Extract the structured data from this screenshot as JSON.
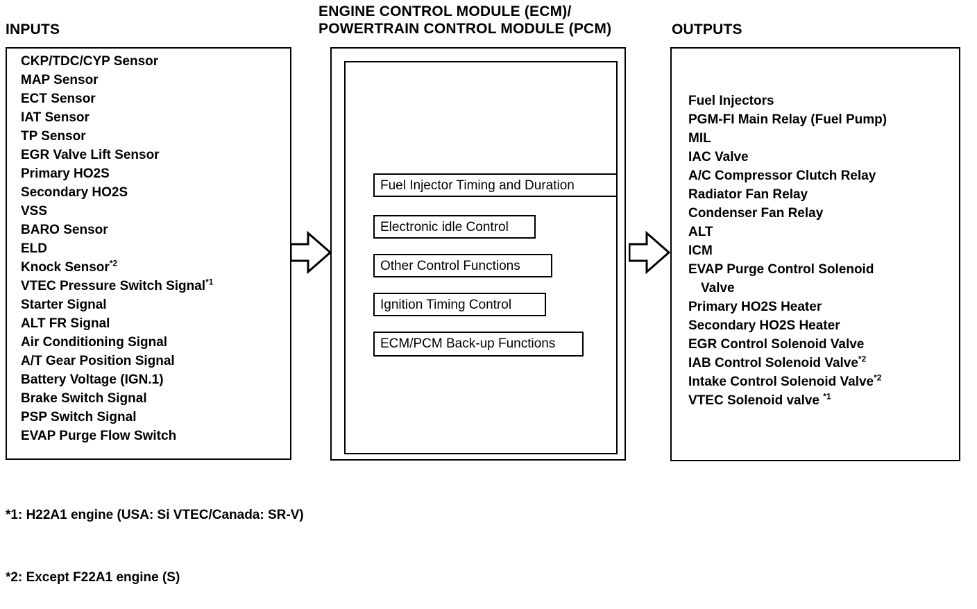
{
  "diagram": {
    "inputs": {
      "heading": "INPUTS",
      "items": [
        {
          "text": "CKP/TDC/CYP Sensor",
          "note": ""
        },
        {
          "text": "MAP Sensor",
          "note": ""
        },
        {
          "text": "ECT Sensor",
          "note": ""
        },
        {
          "text": "IAT Sensor",
          "note": ""
        },
        {
          "text": "TP Sensor",
          "note": ""
        },
        {
          "text": "EGR Valve Lift Sensor",
          "note": ""
        },
        {
          "text": "Primary HO2S",
          "note": ""
        },
        {
          "text": "Secondary HO2S",
          "note": ""
        },
        {
          "text": "VSS",
          "note": ""
        },
        {
          "text": "BARO Sensor",
          "note": ""
        },
        {
          "text": "ELD",
          "note": ""
        },
        {
          "text": "Knock Sensor",
          "note": "*2"
        },
        {
          "text": "VTEC Pressure Switch Signal",
          "note": "*1"
        },
        {
          "text": "Starter Signal",
          "note": ""
        },
        {
          "text": "ALT FR Signal",
          "note": ""
        },
        {
          "text": "Air Conditioning Signal",
          "note": ""
        },
        {
          "text": "A/T Gear Position Signal",
          "note": ""
        },
        {
          "text": "Battery Voltage (IGN.1)",
          "note": ""
        },
        {
          "text": "Brake Switch Signal",
          "note": ""
        },
        {
          "text": "PSP Switch Signal",
          "note": ""
        },
        {
          "text": "EVAP Purge Flow Switch",
          "note": ""
        }
      ]
    },
    "ecm": {
      "heading_line1": "ENGINE CONTROL MODULE (ECM)/",
      "heading_line2": "POWERTRAIN CONTROL MODULE (PCM)",
      "functions": [
        "Fuel Injector Timing and Duration",
        "Electronic idle Control",
        "Other Control Functions",
        "Ignition Timing Control",
        "ECM/PCM Back-up Functions"
      ]
    },
    "outputs": {
      "heading": "OUTPUTS",
      "items": [
        {
          "text": "Fuel Injectors",
          "note": "",
          "indent": false
        },
        {
          "text": "PGM-FI Main Relay (Fuel Pump)",
          "note": "",
          "indent": false
        },
        {
          "text": "MIL",
          "note": "",
          "indent": false
        },
        {
          "text": "IAC Valve",
          "note": "",
          "indent": false
        },
        {
          "text": "A/C Compressor Clutch Relay",
          "note": "",
          "indent": false
        },
        {
          "text": "Radiator Fan Relay",
          "note": "",
          "indent": false
        },
        {
          "text": "Condenser Fan Relay",
          "note": "",
          "indent": false
        },
        {
          "text": "ALT",
          "note": "",
          "indent": false
        },
        {
          "text": "ICM",
          "note": "",
          "indent": false
        },
        {
          "text": "EVAP Purge Control Solenoid",
          "note": "",
          "indent": false
        },
        {
          "text": "Valve",
          "note": "",
          "indent": true
        },
        {
          "text": "Primary HO2S Heater",
          "note": "",
          "indent": false
        },
        {
          "text": "Secondary HO2S Heater",
          "note": "",
          "indent": false
        },
        {
          "text": "EGR Control Solenoid Valve",
          "note": "",
          "indent": false
        },
        {
          "text": "IAB Control Solenoid Valve",
          "note": "*2",
          "indent": false
        },
        {
          "text": "Intake Control Solenoid Valve",
          "note": "*2",
          "indent": false
        },
        {
          "text": "VTEC Solenoid valve ",
          "note": "*1",
          "indent": false
        }
      ]
    },
    "arrows": [
      {
        "name": "inputs-to-ecm",
        "direction": "right"
      },
      {
        "name": "ecm-to-outputs",
        "direction": "right"
      }
    ],
    "footnotes": [
      "*1: H22A1 engine (USA: Si VTEC/Canada: SR-V)",
      "*2: Except F22A1 engine (S)"
    ],
    "colors": {
      "ink": "#000000",
      "paper": "#ffffff"
    }
  }
}
